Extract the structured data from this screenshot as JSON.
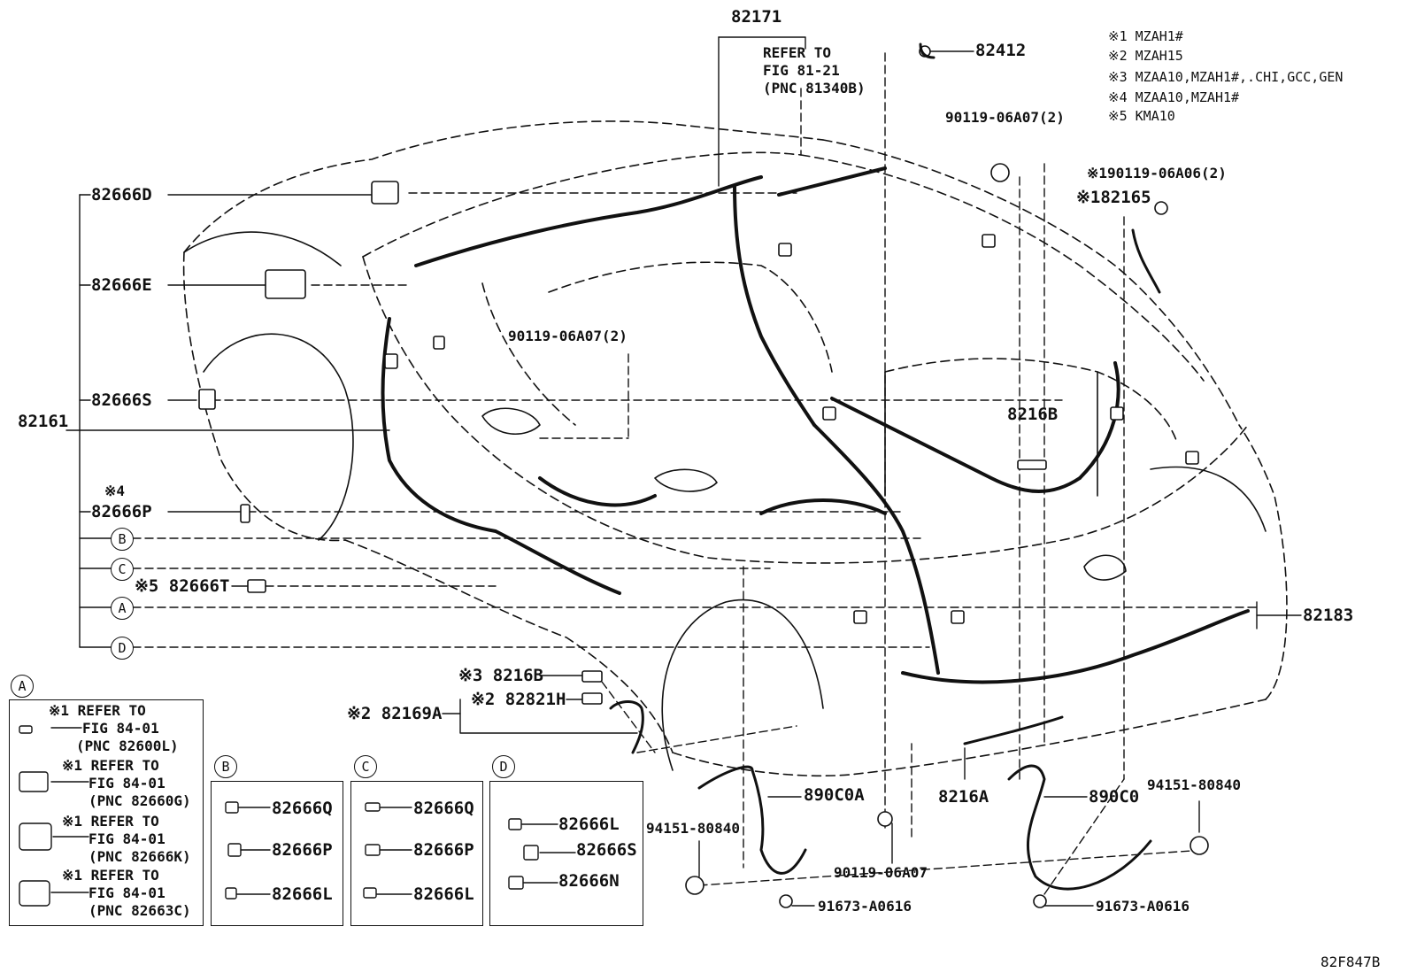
{
  "part_labels": {
    "p82171": "82171",
    "refer_81": [
      "REFER TO",
      "FIG 81-21",
      "(PNC 81340B)"
    ],
    "p82412": "82412",
    "notes": [
      "※1 MZAH1#",
      "※2 MZAH15",
      "※3 MZAA10,MZAH1#,.CHI,GCC,GEN",
      "※4 MZAA10,MZAH1#",
      "※5 KMA10"
    ],
    "bolt_top": "90119-06A07(2)",
    "bolt_right": "※190119-06A06(2)",
    "p82165": "※182165",
    "p82666D": "82666D",
    "p82666E": "82666E",
    "bolt_mid": "90119-06A07(2)",
    "p82666S": "82666S",
    "p82161": "82161",
    "p8216B_r": "8216B",
    "p82666P_mark": "※4",
    "p82666P": "82666P",
    "p82666T": "※5 82666T",
    "p82183": "82183",
    "p8216B_l": "※3 8216B",
    "p82821H": "※2 82821H",
    "p82169A": "※2 82169A",
    "p890C0A": "890C0A",
    "p8216A": "8216A",
    "p890C0": "890C0",
    "p94151_l": "94151-80840",
    "p94151_r": "94151-80840",
    "bolt_bottom": "90119-06A07",
    "p91673_l": "91673-A0616",
    "p91673_r": "91673-A0616",
    "code": "82F847B"
  },
  "callouts": {
    "B": "B",
    "C": "C",
    "A": "A",
    "D": "D"
  },
  "box_A": {
    "letter": "A",
    "refs": [
      [
        "※1 REFER TO",
        "FIG 84-01",
        "(PNC 82600L)"
      ],
      [
        "※1 REFER TO",
        "FIG 84-01",
        "(PNC 82660G)"
      ],
      [
        "※1 REFER TO",
        "FIG 84-01",
        "(PNC 82666K)"
      ],
      [
        "※1 REFER TO",
        "FIG 84-01",
        "(PNC 82663C)"
      ]
    ]
  },
  "box_B": {
    "letter": "B",
    "items": [
      "82666Q",
      "82666P",
      "82666L"
    ]
  },
  "box_C": {
    "letter": "C",
    "items": [
      "82666Q",
      "82666P",
      "82666L"
    ]
  },
  "box_D": {
    "letter": "D",
    "items": [
      "82666L",
      "82666S",
      "82666N"
    ]
  }
}
